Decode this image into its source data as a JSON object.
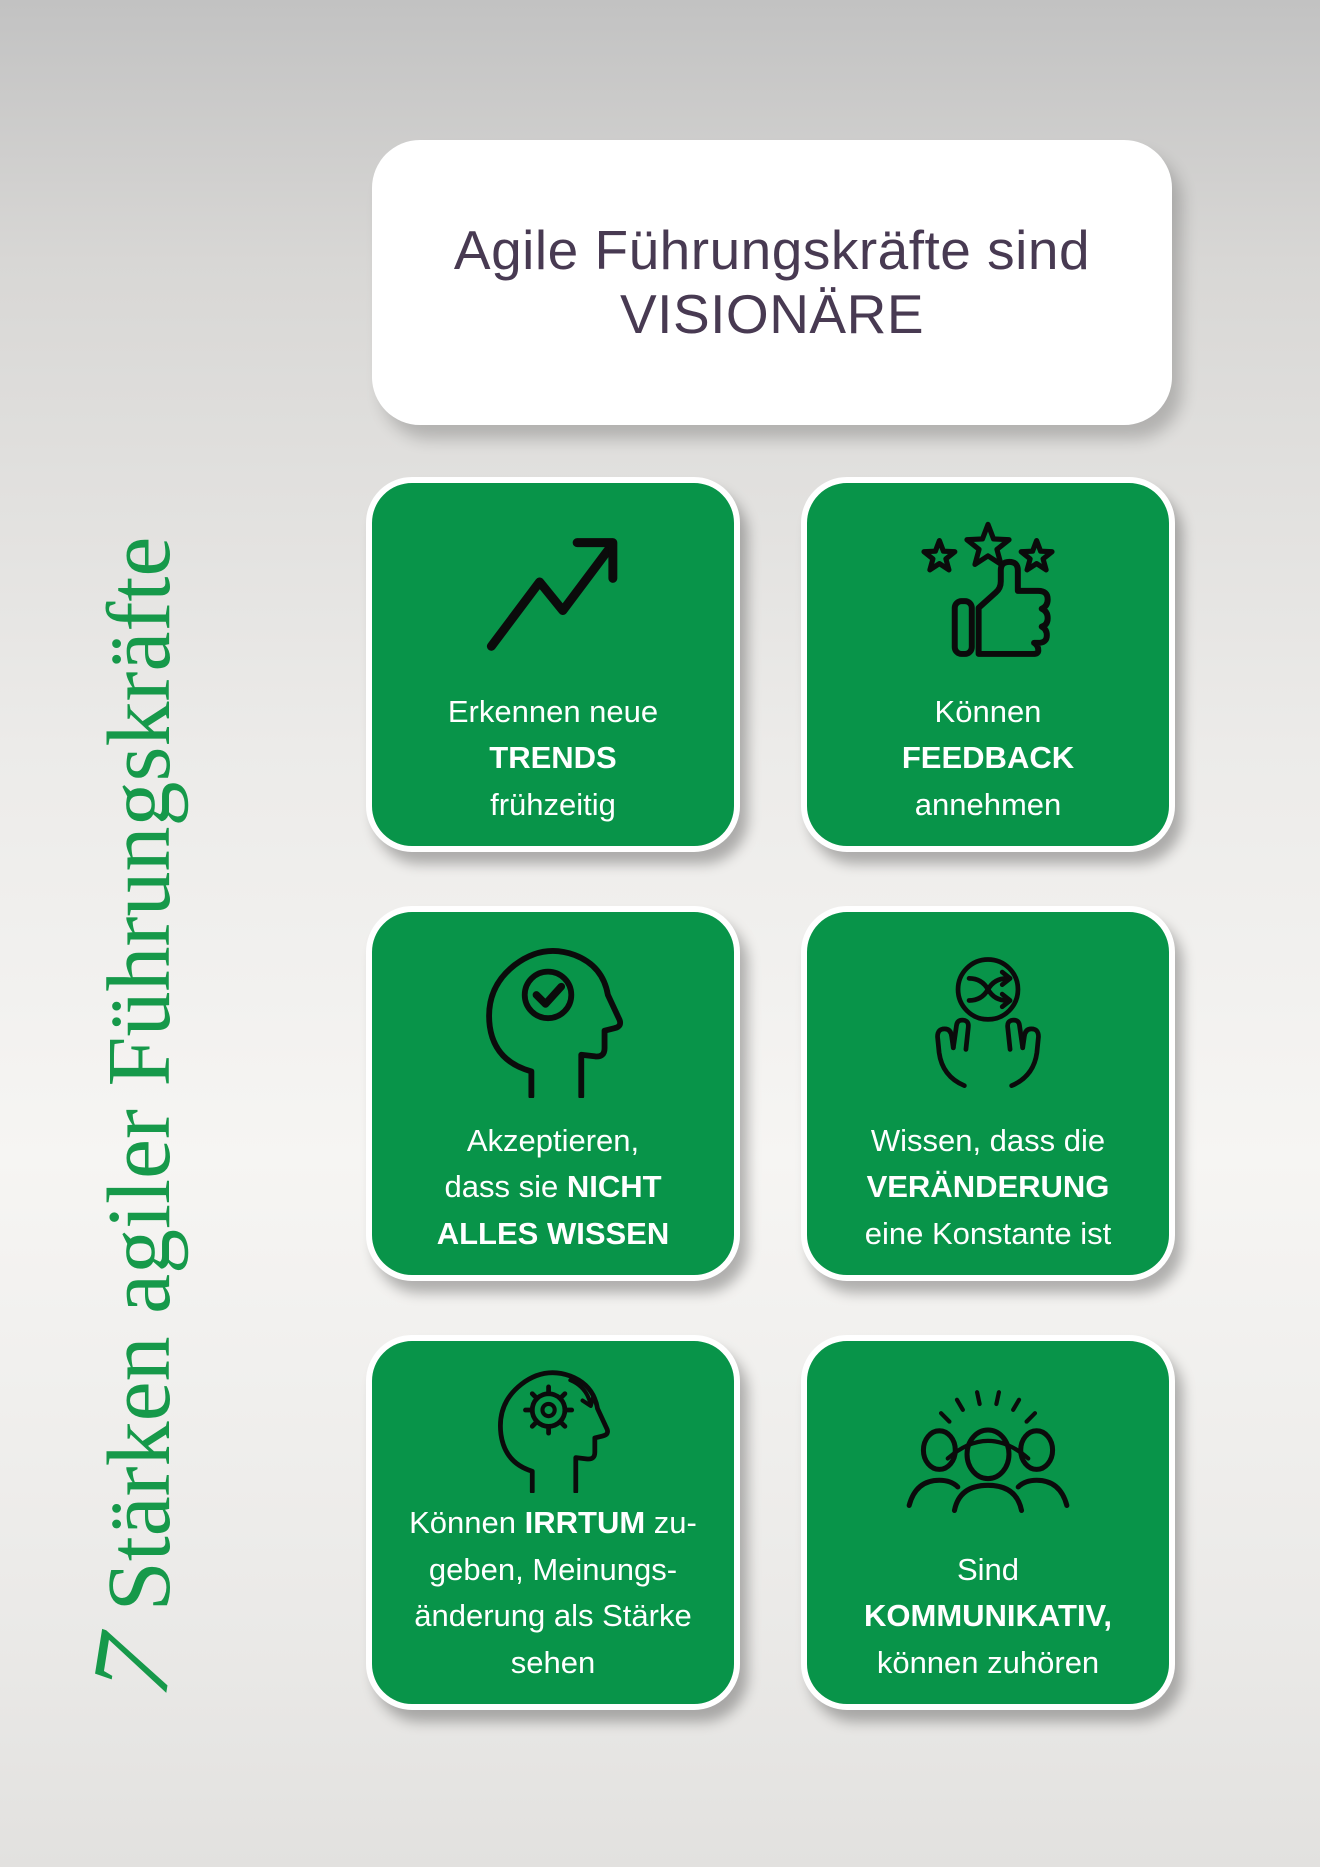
{
  "header": {
    "line1": "Agile Führungskräfte sind",
    "line2": "VISIONÄRE"
  },
  "vertical_title": {
    "number": "7",
    "text": "Stärken agiler Führungskräfte"
  },
  "colors": {
    "card_green": "#089449",
    "title_purple": "#483a52",
    "vertical_text_green": "#16994a",
    "card_text_white": "#ffffff",
    "icon_black": "#0b0b0b",
    "background_gray_top": "#c2c2c2",
    "background_gray_bottom": "#e2e1df"
  },
  "cards": [
    {
      "name": "card-trends",
      "icon": "trend-up-icon",
      "lines": [
        [
          {
            "text": "Erkennen neue",
            "bold": false
          }
        ],
        [
          {
            "text": "TRENDS",
            "bold": true
          }
        ],
        [
          {
            "text": "frühzeitig",
            "bold": false
          }
        ]
      ]
    },
    {
      "name": "card-feedback",
      "icon": "thumbs-up-stars-icon",
      "lines": [
        [
          {
            "text": "Können",
            "bold": false
          }
        ],
        [
          {
            "text": "FEEDBACK",
            "bold": true
          }
        ],
        [
          {
            "text": "annehmen",
            "bold": false
          }
        ]
      ]
    },
    {
      "name": "card-not-know-everything",
      "icon": "head-check-icon",
      "lines": [
        [
          {
            "text": "Akzeptieren,",
            "bold": false
          }
        ],
        [
          {
            "text": "dass sie ",
            "bold": false
          },
          {
            "text": "NICHT",
            "bold": true
          }
        ],
        [
          {
            "text": "ALLES WISSEN",
            "bold": true
          }
        ]
      ]
    },
    {
      "name": "card-change-constant",
      "icon": "hands-shuffle-icon",
      "lines": [
        [
          {
            "text": "Wissen, dass die",
            "bold": false
          }
        ],
        [
          {
            "text": "VERÄNDERUNG",
            "bold": true
          }
        ],
        [
          {
            "text": "eine Konstante ist",
            "bold": false
          }
        ]
      ]
    },
    {
      "name": "card-admit-error",
      "icon": "head-gear-icon",
      "lines": [
        [
          {
            "text": "Können ",
            "bold": false
          },
          {
            "text": "IRRTUM",
            "bold": true
          },
          {
            "text": " zu-",
            "bold": false
          }
        ],
        [
          {
            "text": "geben, Meinungs-",
            "bold": false
          }
        ],
        [
          {
            "text": "änderung als Stärke",
            "bold": false
          }
        ],
        [
          {
            "text": "sehen",
            "bold": false
          }
        ]
      ]
    },
    {
      "name": "card-communicative",
      "icon": "people-group-icon",
      "lines": [
        [
          {
            "text": "Sind",
            "bold": false
          }
        ],
        [
          {
            "text": "KOMMUNIKATIV,",
            "bold": true
          }
        ],
        [
          {
            "text": "können zuhören",
            "bold": false
          }
        ]
      ]
    }
  ]
}
